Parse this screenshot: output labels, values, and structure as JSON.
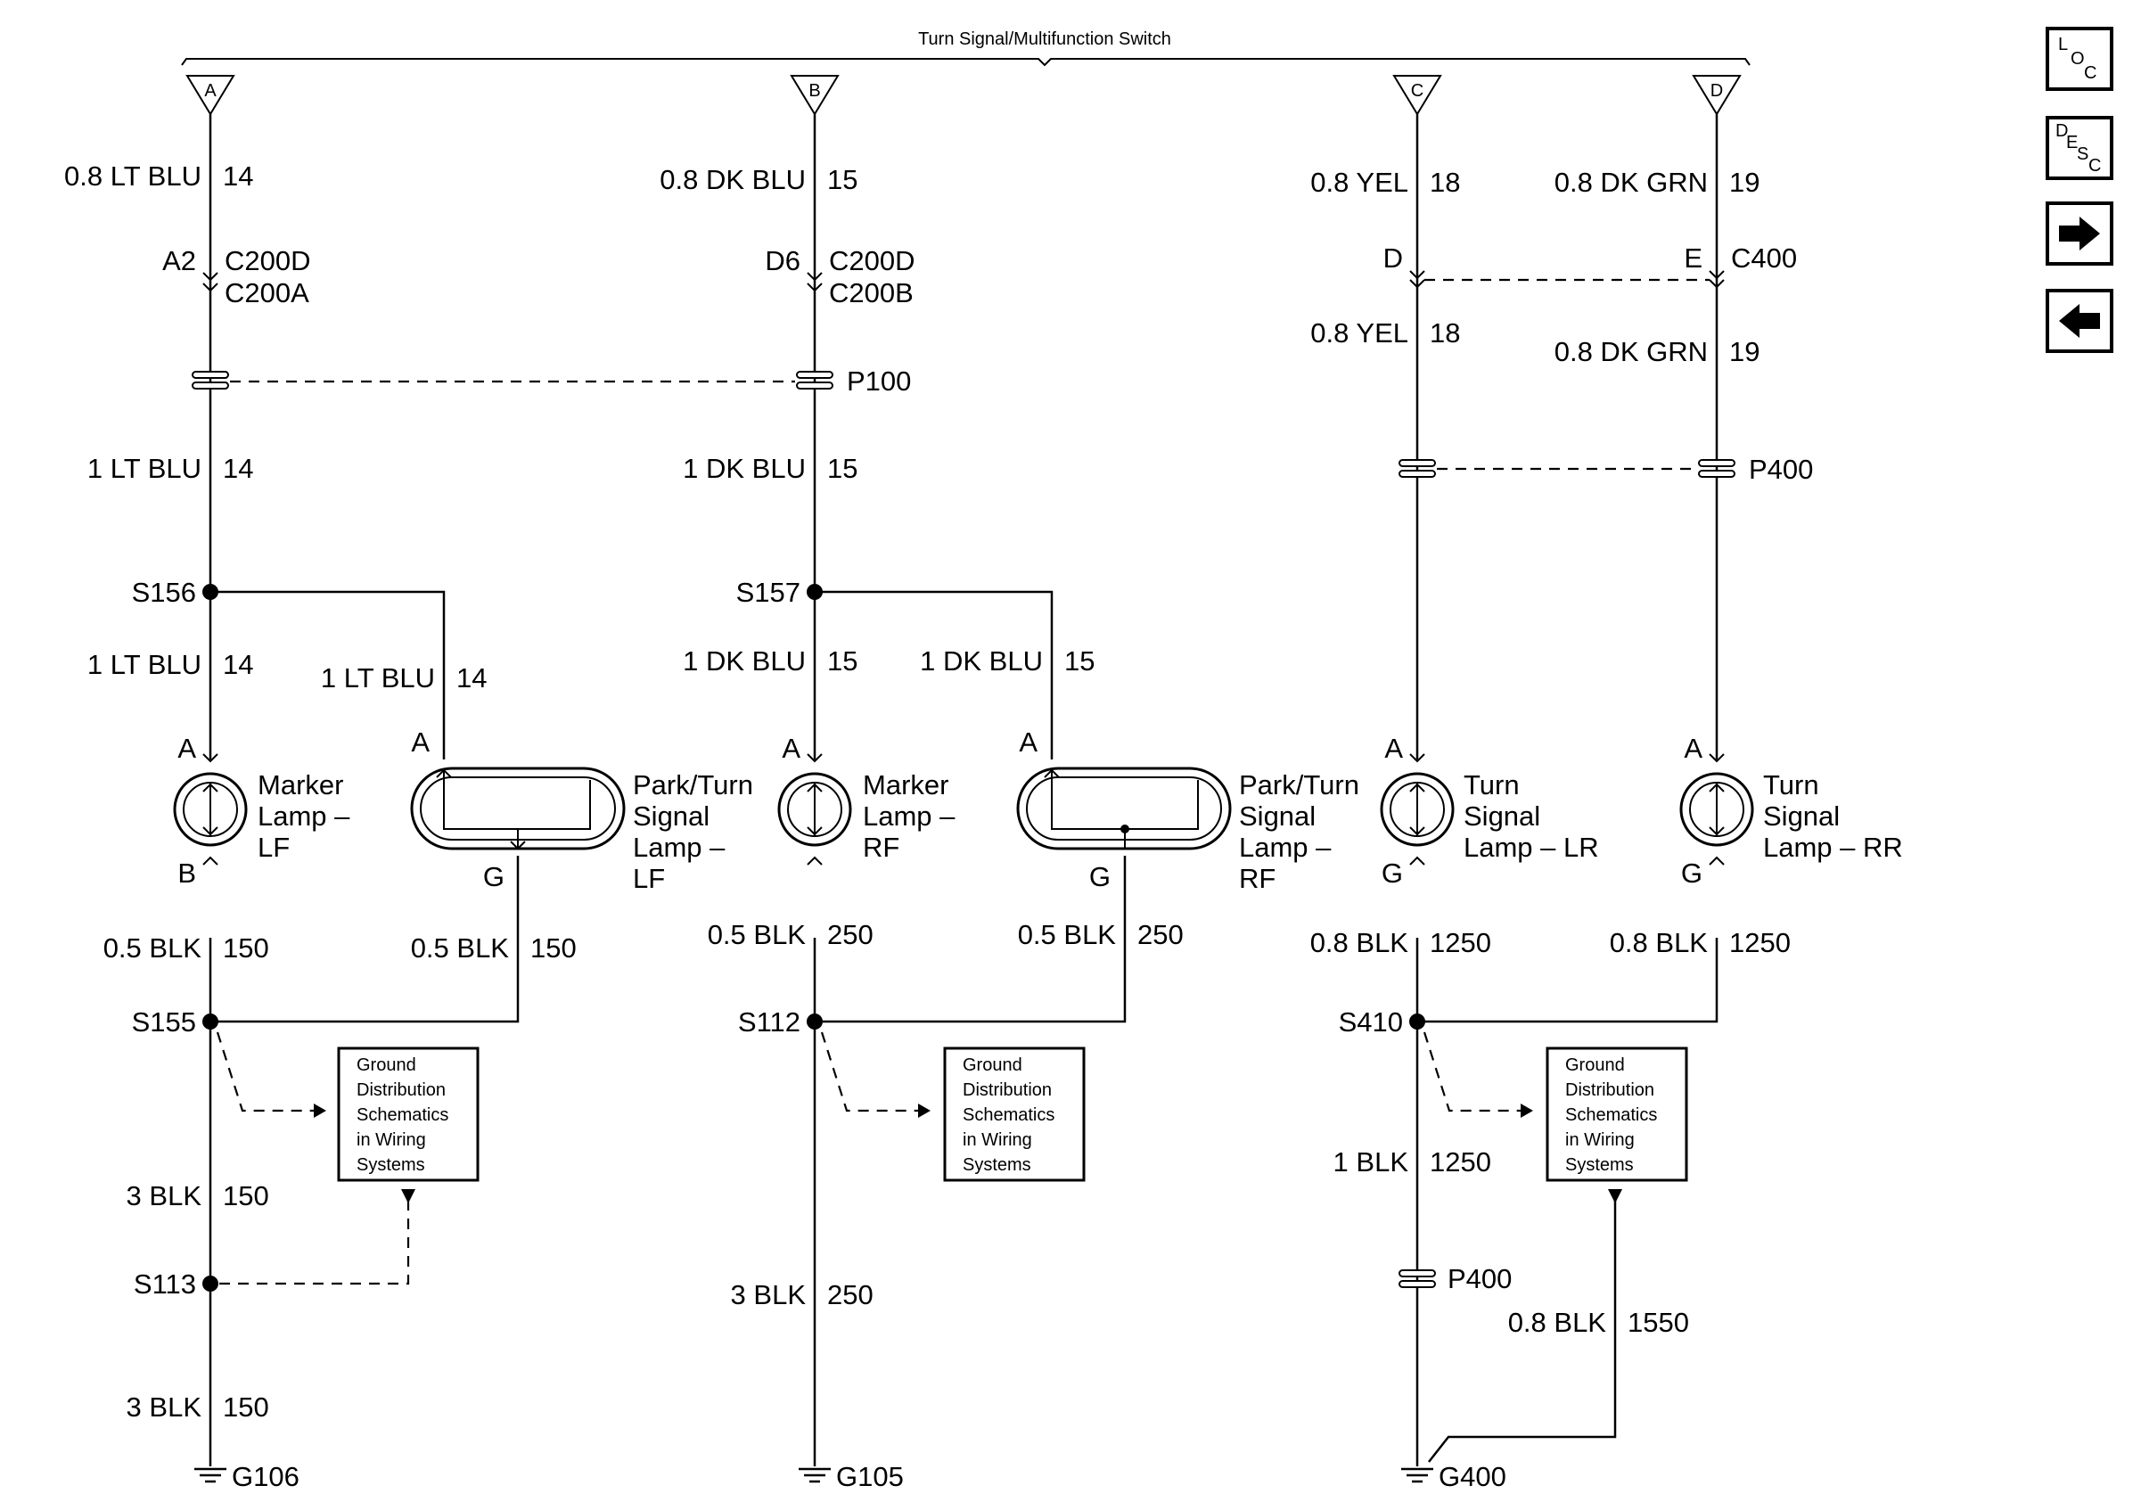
{
  "header": {
    "switch_name": "Turn Signal/Multifunction Switch"
  },
  "terminals": [
    "A",
    "B",
    "C",
    "D"
  ],
  "wires": {
    "lf_in": "0.8 LT BLU",
    "lf_in_cir": "14",
    "rf_in": "0.8 DK BLU",
    "rf_in_cir": "15",
    "lr_in": "0.8 YEL",
    "lr_in_cir": "18",
    "rr_in": "0.8 DK GRN",
    "rr_in_cir": "19",
    "lr_mid": "0.8 YEL",
    "lr_mid_cir": "18",
    "rr_mid": "0.8 DK GRN",
    "rr_mid_cir": "19",
    "lf_p100": "1 LT BLU",
    "lf_p100_cir": "14",
    "rf_p100": "1 DK BLU",
    "rf_p100_cir": "15",
    "lf_marker": "1 LT BLU",
    "lf_marker_cir": "14",
    "lf_park": "1 LT BLU",
    "lf_park_cir": "14",
    "rf_marker": "1 DK BLU",
    "rf_marker_cir": "15",
    "rf_park": "1 DK BLU",
    "rf_park_cir": "15",
    "lf_mk_gnd": "0.5 BLK",
    "lf_mk_gnd_cir": "150",
    "lf_pk_gnd": "0.5 BLK",
    "lf_pk_gnd_cir": "150",
    "rf_mk_gnd": "0.5 BLK",
    "rf_mk_gnd_cir": "250",
    "rf_pk_gnd": "0.5 BLK",
    "rf_pk_gnd_cir": "250",
    "lr_gnd": "0.8 BLK",
    "lr_gnd_cir": "1250",
    "rr_gnd": "0.8 BLK",
    "rr_gnd_cir": "1250",
    "s155_s113": "3 BLK",
    "s155_s113_cir": "150",
    "s113_g106": "3 BLK",
    "s113_g106_cir": "150",
    "s112_g105": "3 BLK",
    "s112_g105_cir": "250",
    "s410_p400": "1 BLK",
    "s410_p400_cir": "1250",
    "p400_g400": "0.8 BLK",
    "p400_g400_cir": "1550"
  },
  "connectors": {
    "a2": "A2",
    "c200d_1": "C200D",
    "c200a": "C200A",
    "d6": "D6",
    "c200d_2": "C200D",
    "c200b": "C200B",
    "d": "D",
    "e": "E",
    "c400": "C400",
    "p100": "P100",
    "p400_top": "P400",
    "p400_bottom": "P400"
  },
  "splices": {
    "s156": "S156",
    "s157": "S157",
    "s155": "S155",
    "s112": "S112",
    "s410": "S410",
    "s113": "S113"
  },
  "grounds": {
    "g106": "G106",
    "g105": "G105",
    "g400": "G400"
  },
  "lamps": {
    "marker_lf": [
      "Marker",
      "Lamp –",
      "LF"
    ],
    "park_lf": [
      "Park/Turn",
      "Signal",
      "Lamp –",
      "LF"
    ],
    "marker_rf": [
      "Marker",
      "Lamp –",
      "RF"
    ],
    "park_rf": [
      "Park/Turn",
      "Signal",
      "Lamp –",
      "RF"
    ],
    "turn_lr": [
      "Turn",
      "Signal",
      "Lamp – LR"
    ],
    "turn_rr": [
      "Turn",
      "Signal",
      "Lamp – RR"
    ]
  },
  "pins": {
    "a": "A",
    "b": "B",
    "g": "G"
  },
  "ground_ref": [
    "Ground",
    "Distribution",
    "Schematics",
    "in Wiring",
    "Systems"
  ],
  "nav": {
    "loc": [
      "L",
      "O",
      "C"
    ],
    "desc": [
      "D",
      "E",
      "S",
      "C"
    ]
  }
}
